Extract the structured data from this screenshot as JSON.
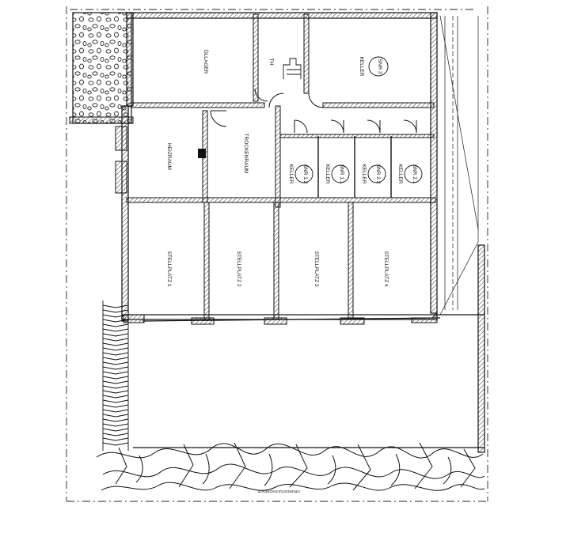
{
  "plan": {
    "rooms": {
      "oellager": "ÖLLAGER",
      "th": "TH",
      "keller_snr3_line1": "KELLER",
      "keller_snr3_line2": "SNR 3",
      "heizraum": "HEIZRAUM",
      "trockenraum": "TROCKENRAUM",
      "keller_12_line1": "KELLER",
      "keller_12_line2": "SNR 1.2",
      "keller_11_line1": "KELLER",
      "keller_11_line2": "SNR 1.1",
      "keller_22_line1": "KELLER",
      "keller_22_line2": "SNR 2.2",
      "keller_21_line1": "KELLER",
      "keller_21_line2": "SNR 2.1",
      "stellplatz1": "STELLPLATZ 1",
      "stellplatz2": "STELLPLATZ 2",
      "stellplatz3": "STELLPLATZ 3",
      "stellplatz4": "STELLPLATZ 4"
    },
    "bottom_label": "GRUNDSTÜCKSGRENZE",
    "colors": {
      "line": "#111111",
      "paper": "#ffffff",
      "hatch": "#333333"
    }
  }
}
